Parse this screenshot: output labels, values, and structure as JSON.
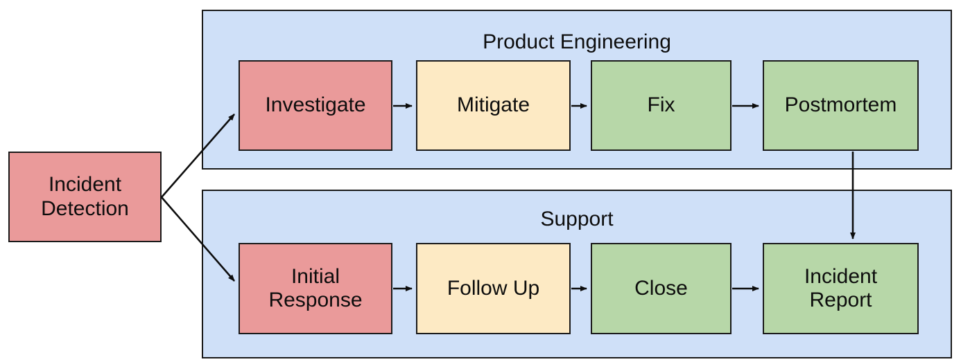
{
  "diagram": {
    "title_visible": false,
    "background": "#ffffff",
    "colors": {
      "lane_fill": "#cfe0f8",
      "stroke": "#1a1a1a",
      "red_fill": "#ea9a9a",
      "yellow_fill": "#fdeac4",
      "green_fill": "#b7d7a8",
      "text": "#0d0d0d"
    },
    "start_node": {
      "label": "Incident\nDetection",
      "fill": "red"
    },
    "lanes": [
      {
        "name": "product-engineering",
        "title": "Product Engineering",
        "steps": [
          {
            "label": "Investigate",
            "fill": "red"
          },
          {
            "label": "Mitigate",
            "fill": "yellow"
          },
          {
            "label": "Fix",
            "fill": "green"
          },
          {
            "label": "Postmortem",
            "fill": "green"
          }
        ]
      },
      {
        "name": "support",
        "title": "Support",
        "steps": [
          {
            "label": "Initial\nResponse",
            "fill": "red"
          },
          {
            "label": "Follow Up",
            "fill": "yellow"
          },
          {
            "label": "Close",
            "fill": "green"
          },
          {
            "label": "Incident\nReport",
            "fill": "green"
          }
        ]
      }
    ],
    "connections": [
      {
        "from": "Incident Detection",
        "to": "Investigate"
      },
      {
        "from": "Incident Detection",
        "to": "Initial Response"
      },
      {
        "from": "Investigate",
        "to": "Mitigate"
      },
      {
        "from": "Mitigate",
        "to": "Fix"
      },
      {
        "from": "Fix",
        "to": "Postmortem"
      },
      {
        "from": "Postmortem",
        "to": "Incident Report"
      },
      {
        "from": "Initial Response",
        "to": "Follow Up"
      },
      {
        "from": "Follow Up",
        "to": "Close"
      },
      {
        "from": "Close",
        "to": "Incident Report"
      }
    ]
  }
}
